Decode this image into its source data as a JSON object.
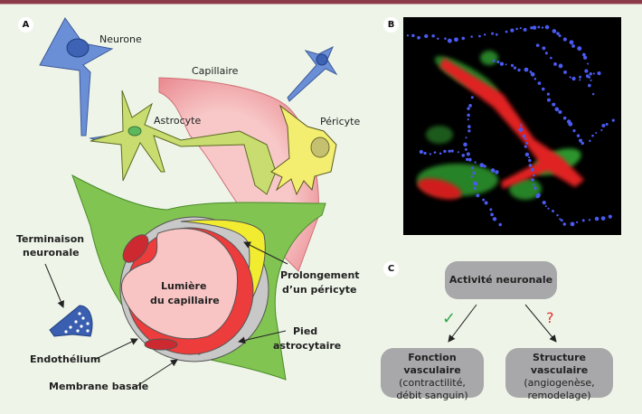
{
  "panels": {
    "a": {
      "letter": "A",
      "labels": {
        "neurone": "Neurone",
        "capillaire": "Capillaire",
        "astrocyte": "Astrocyte",
        "pericyte": "Péricyte",
        "terminaison_1": "Terminaison",
        "terminaison_2": "neuronale",
        "lumiere_1": "Lumière",
        "lumiere_2": "du capillaire",
        "prolongement_1": "Prolongement",
        "prolongement_2": "d’un péricyte",
        "pied_1": "Pied",
        "pied_2": "astrocytaire",
        "endothelium": "Endothélium",
        "membrane": "Membrane basale"
      }
    },
    "b": {
      "letter": "B",
      "image": "confocal-microscopy-capillary-red-green-blue"
    },
    "c": {
      "letter": "C",
      "top_box": "Activité neuronale",
      "left_box": {
        "title": "Fonction vasculaire",
        "line1": "(contractilité,",
        "line2": "débit sanguin)"
      },
      "right_box": {
        "title": "Structure vasculaire",
        "line1": "(angiogenèse,",
        "line2": "remodelage)"
      },
      "check_mark": "✓",
      "question_mark": "?"
    }
  },
  "colors": {
    "border": "#8c3a48",
    "background": "#eef5e8",
    "box": "#a8a8aa",
    "check": "#2fa84f",
    "question": "#e53030"
  }
}
